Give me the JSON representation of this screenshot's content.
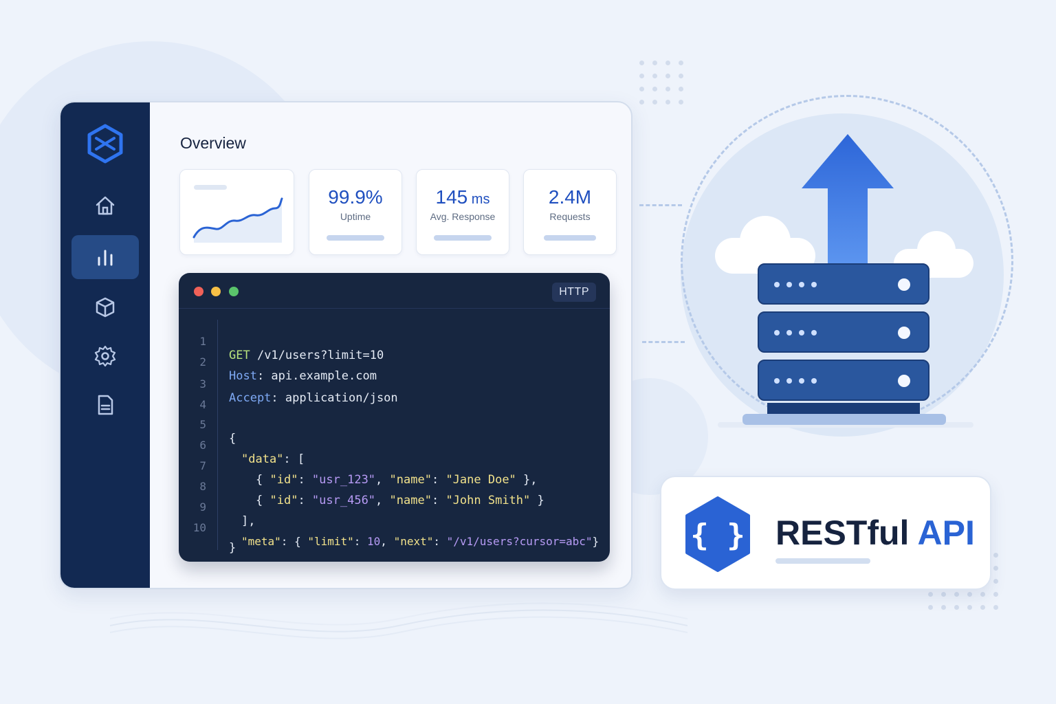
{
  "overview": {
    "title": "Overview"
  },
  "stats": [
    {
      "value": "99.9%",
      "unit": "",
      "label": "Uptime"
    },
    {
      "value": "145",
      "unit": " ms",
      "label": "Avg. Response"
    },
    {
      "value": "2.4M",
      "unit": "",
      "label": "Requests"
    }
  ],
  "sidebar": {
    "items": [
      {
        "icon": "home-icon"
      },
      {
        "icon": "bar-chart-icon",
        "active": true
      },
      {
        "icon": "cube-icon"
      },
      {
        "icon": "gear-icon"
      },
      {
        "icon": "document-icon"
      }
    ]
  },
  "editor": {
    "language": "HTTP",
    "line_numbers": [
      "1",
      "2",
      "3",
      "4",
      "5",
      "6",
      "7",
      "8",
      "9",
      "10"
    ],
    "lines": {
      "l1_method": "GET",
      "l1_path": " /v1/users?limit=10",
      "l2_key": "Host",
      "l2_value": ": api.example.com",
      "l3_key": "Accept",
      "l3_value": ": application/json",
      "l5": "{",
      "l6_key": "\"data\"",
      "l6_rest": ": [",
      "l7_open": "{ ",
      "l7_k1": "\"id\"",
      "l7_sep1": ": ",
      "l7_v1": "\"usr_123\"",
      "l7_comma": ", ",
      "l7_k2": "\"name\"",
      "l7_sep2": ": ",
      "l7_v2": "\"Jane Doe\"",
      "l7_close": " },",
      "l8_open": "{ ",
      "l8_k1": "\"id\"",
      "l8_sep1": ": ",
      "l8_v1": "\"usr_456\"",
      "l8_comma": ", ",
      "l8_k2": "\"name\"",
      "l8_sep2": ": ",
      "l8_v2": "\"John Smith\"",
      "l8_close": " }",
      "l9": "],",
      "l10_k1": "\"meta\"",
      "l10_sep1": ": { ",
      "l10_k2": "\"limit\"",
      "l10_sep2": ": ",
      "l10_v2": "10",
      "l10_comma": ", ",
      "l10_k3": "\"next\"",
      "l10_sep3": ": ",
      "l10_v3": "\"/v1/users?cursor=abc\"",
      "l10_close": "}",
      "l11": "}"
    }
  },
  "badge": {
    "icon": "curly-braces-icon",
    "title_main": "RESTful",
    "title_accent": "API"
  },
  "colors": {
    "accent": "#2a63d4",
    "sidebar": "#122952",
    "editor_bg": "#172640"
  }
}
